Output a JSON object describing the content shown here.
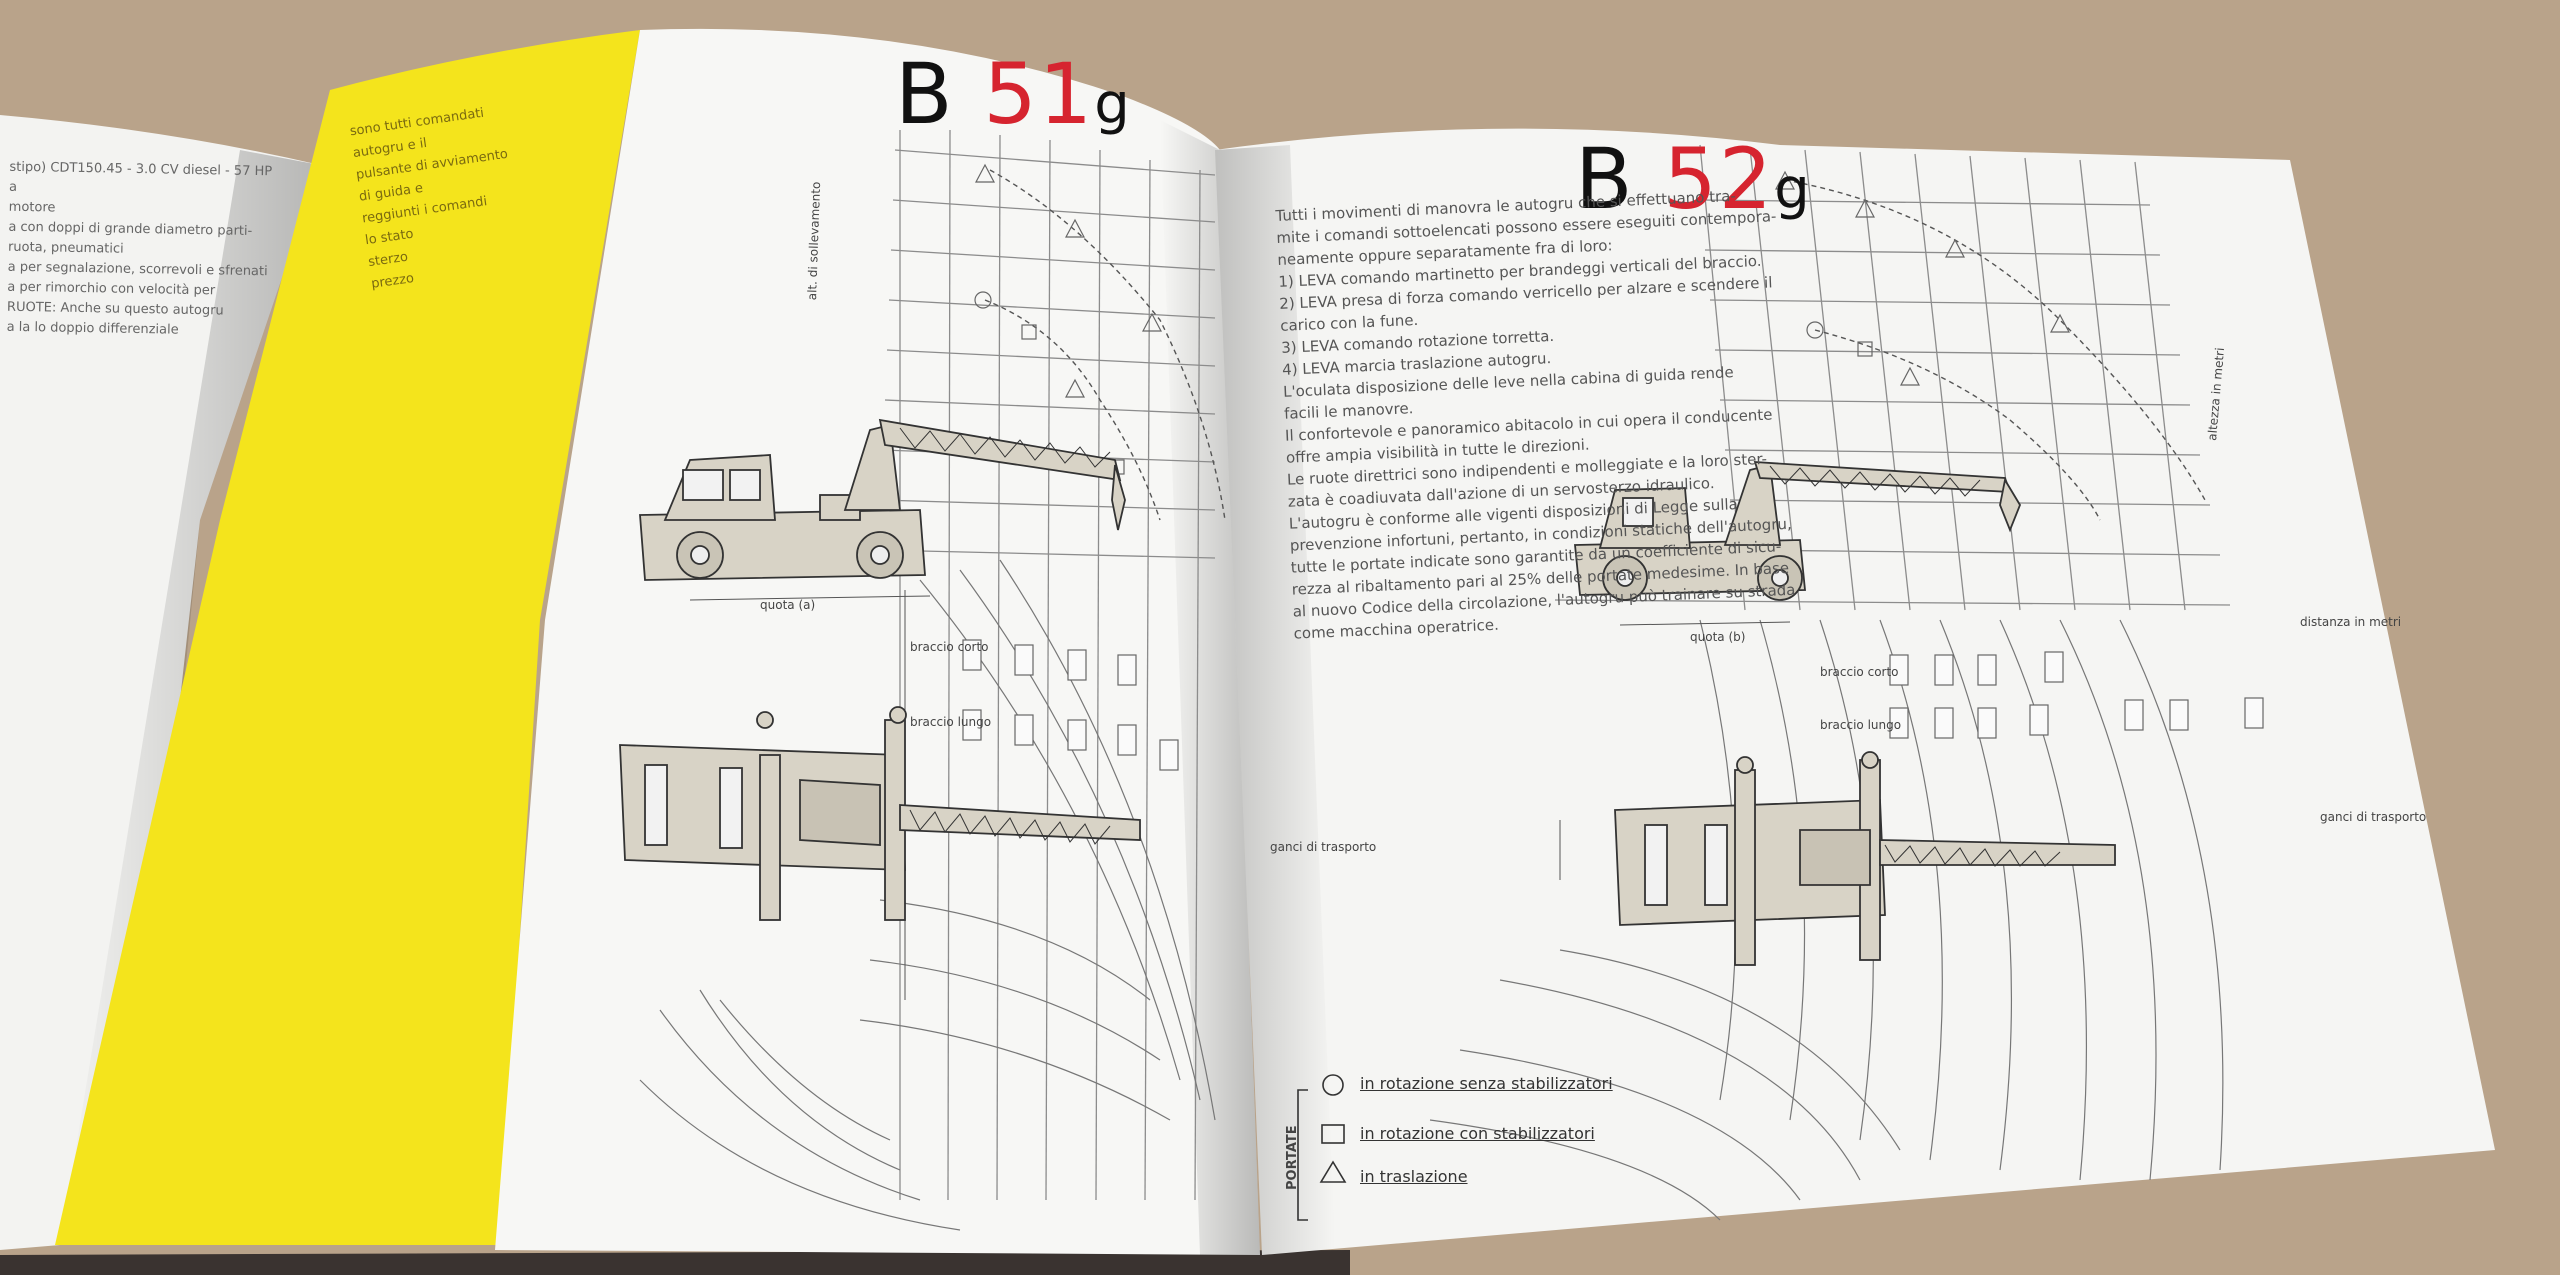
{
  "pages": {
    "b51": {
      "title_prefix": "B ",
      "title_number": "51",
      "title_suffix": "g"
    },
    "b52": {
      "title_prefix": "B ",
      "title_number": "52",
      "title_suffix": "g"
    }
  },
  "left_page": {
    "lines": [
      "stipo) CDT150.45 - 3.0 CV diesel - 57 HP",
      "a",
      "motore",
      "a con doppi di grande diametro parti-",
      "ruota, pneumatici",
      "a per segnalazione, scorrevoli e sfrenati",
      "a per rimorchio con velocità per",
      "RUOTE: Anche su questo autogru",
      "a la lo doppio differenziale"
    ]
  },
  "yellow_page": {
    "lines": [
      "sono tutti comandati",
      "autogru e il",
      "pulsante di avviamento",
      "di guida e",
      "reggiunti i comandi",
      "lo stato",
      "sterzo",
      "prezzo"
    ]
  },
  "b52_text": [
    "Tutti i movimenti di manovra le autogru che si effettuano tra-",
    "mite i comandi sottoelencati possono essere eseguiti contempora-",
    "neamente oppure separatamente fra di loro:",
    "1) LEVA comando martinetto per brandeggi verticali del braccio.",
    "2) LEVA presa di forza comando verricello per alzare e scendere il",
    "    carico con la fune.",
    "3) LEVA comando rotazione torretta.",
    "4) LEVA marcia traslazione autogru.",
    "    L'oculata disposizione delle leve nella cabina di guida rende",
    "facili le manovre.",
    "    Il confortevole e panoramico abitacolo in cui opera il conducente",
    "offre ampia visibilità in tutte le direzioni.",
    "    Le ruote direttrici sono indipendenti e molleggiate e la loro ster-",
    "zata è coadiuvata dall'azione di un servosterzo idraulico.",
    "    L'autogru è conforme alle vigenti disposizioni di Legge sulla",
    "prevenzione infortuni, pertanto, in condizioni statiche dell'autogru,",
    "tutte le portate indicate sono garantite da un coefficiente di sicu-",
    "rezza al ribaltamento pari al 25% delle portate medesime. In base",
    "al nuovo Codice della circolazione, l'autogru può trainare su strada",
    "come macchina operatrice."
  ],
  "labels": {
    "b51_ylabel": "alt. di sollevamento",
    "b51_dist": "quota (a)",
    "b51_b1": "braccio corto",
    "b51_b2": "braccio lungo",
    "b51_off": "ganci di trasporto",
    "b52_dist": "quota (b)",
    "b52_b1": "braccio corto",
    "b52_b2": "braccio lungo",
    "b52_ylabel": "altezza in metri",
    "b52_off": "ganci di trasporto",
    "b52_right": "distanza in metri"
  },
  "legend": {
    "side": "PORTATE",
    "items": [
      "in rotazione senza stabilizzatori",
      "in rotazione con stabilizzatori",
      "in traslazione"
    ]
  },
  "colors": {
    "yellow": "#f4e41c",
    "red": "#d6242f",
    "truck": "#d8d3c6",
    "background": "#b9a38a"
  }
}
